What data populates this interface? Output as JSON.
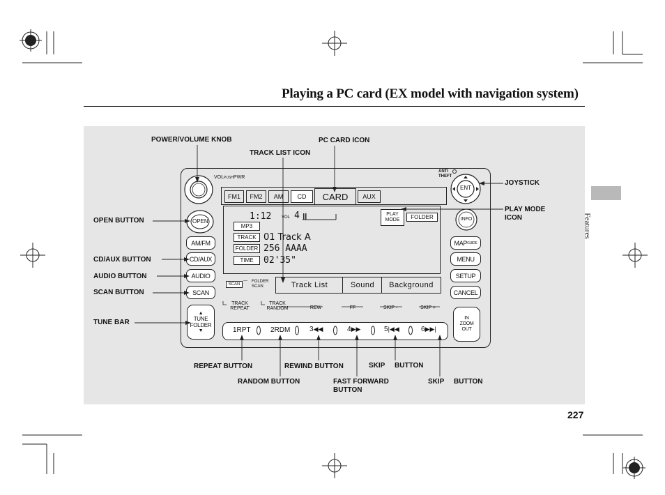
{
  "page": {
    "title": "Playing a PC card (EX model with navigation system)",
    "section": "Features",
    "page_number": "227"
  },
  "callouts": {
    "power_volume_knob": "POWER/VOLUME KNOB",
    "pc_card_icon": "PC CARD ICON",
    "track_list_icon": "TRACK LIST ICON",
    "joystick": "JOYSTICK",
    "play_mode_icon": "PLAY MODE\nICON",
    "open_button": "OPEN BUTTON",
    "cd_aux_button": "CD/AUX BUTTON",
    "audio_button": "AUDIO BUTTON",
    "scan_button": "SCAN BUTTON",
    "tune_bar": "TUNE BAR",
    "repeat_button": "REPEAT BUTTON",
    "rewind_button": "REWIND BUTTON",
    "skip_button_1": "SKIP     BUTTON",
    "random_button": "RANDOM BUTTON",
    "fast_forward_button": "FAST FORWARD\nBUTTON",
    "skip_button_2": "SKIP     BUTTON"
  },
  "unit": {
    "vol_pwr": "VOL",
    "push": "PUSH",
    "pwr": "PWR",
    "anti_theft": "ANTI\nTHEFT",
    "left_buttons": [
      "OPEN",
      "AM/FM",
      "CD/AUX",
      "AUDIO",
      "SCAN"
    ],
    "tune_folder": "TUNE\nFOLDER",
    "right_buttons": [
      "ENT",
      "INFO",
      "MAP",
      "GUIDE",
      "MENU",
      "SETUP",
      "CANCEL"
    ],
    "zoom": "IN\nZOOM\nOUT",
    "presets": [
      "1RPT",
      "2RDM",
      "3",
      "4",
      "5",
      "6"
    ]
  },
  "screen": {
    "source_tabs": [
      "FM1",
      "FM2",
      "AM",
      "CD",
      "CARD",
      "AUX"
    ],
    "time": "1:12",
    "vol_label": "VOL",
    "vol_value": "4",
    "play_mode": "PLAY\nMODE",
    "folder": "FOLDER",
    "row_labels": [
      "MP3",
      "TRACK",
      "FOLDER",
      "TIME"
    ],
    "track": "01  Track  A",
    "folder_name": "256 AAAA",
    "elapsed": "02'35\"",
    "scan_tag": "SCAN",
    "folder_scan": "FOLDER\nSCAN",
    "soft_buttons": [
      "Track  List",
      "Sound",
      "Background"
    ],
    "soft_labels": [
      "TRACK\nREPEAT",
      "TRACK\nRANDOM",
      "REW",
      "FF",
      "SKIP -",
      "SKIP +"
    ]
  }
}
